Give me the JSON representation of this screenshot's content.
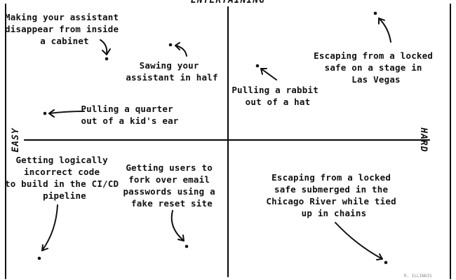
{
  "axes": {
    "top": "ENTERTAINING",
    "left": "EASY",
    "right": "HARD"
  },
  "items": [
    {
      "id": "cabinet",
      "lines": [
        "Making your assistant",
        "disappear from inside",
        "a cabinet"
      ]
    },
    {
      "id": "sawing",
      "lines": [
        "Sawing your",
        "assistant in half"
      ]
    },
    {
      "id": "vegas",
      "lines": [
        "Escaping from a locked",
        "safe on a stage in",
        "Las Vegas"
      ]
    },
    {
      "id": "rabbit",
      "lines": [
        "Pulling a rabbit",
        "out of a hat"
      ]
    },
    {
      "id": "quarter",
      "lines": [
        "Pulling a quarter",
        "out of a kid's ear"
      ]
    },
    {
      "id": "cicd",
      "lines": [
        "Getting logically",
        "incorrect code",
        "to build in the CI/CD",
        "pipeline"
      ]
    },
    {
      "id": "email",
      "lines": [
        "Getting users to",
        "fork over email",
        "passwords using a",
        "fake reset site"
      ]
    },
    {
      "id": "river",
      "lines": [
        "Escaping from a locked",
        "safe submerged in the",
        "Chicago River while tied",
        "up in chains"
      ]
    }
  ],
  "credit": "R. ILLINOIS"
}
